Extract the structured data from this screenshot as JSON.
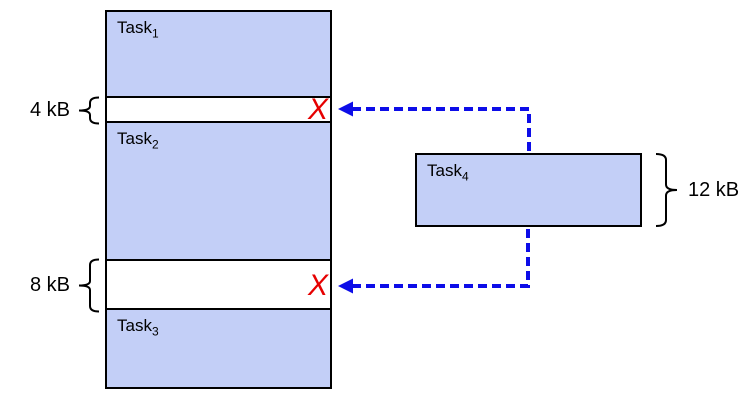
{
  "colors": {
    "task_fill": "#c3cff7",
    "outline": "#000000",
    "arrow_blue": "#0d0de8",
    "reject_red": "#e60000"
  },
  "memory_column": {
    "task1": {
      "base": "Task",
      "sub": "1"
    },
    "gap1": {
      "size_label": "4 kB"
    },
    "task2": {
      "base": "Task",
      "sub": "2"
    },
    "gap2": {
      "size_label": "8 kB"
    },
    "task3": {
      "base": "Task",
      "sub": "3"
    }
  },
  "incoming_task": {
    "base": "Task",
    "sub": "4",
    "size_label": "12 kB"
  },
  "rejection_mark": "X"
}
